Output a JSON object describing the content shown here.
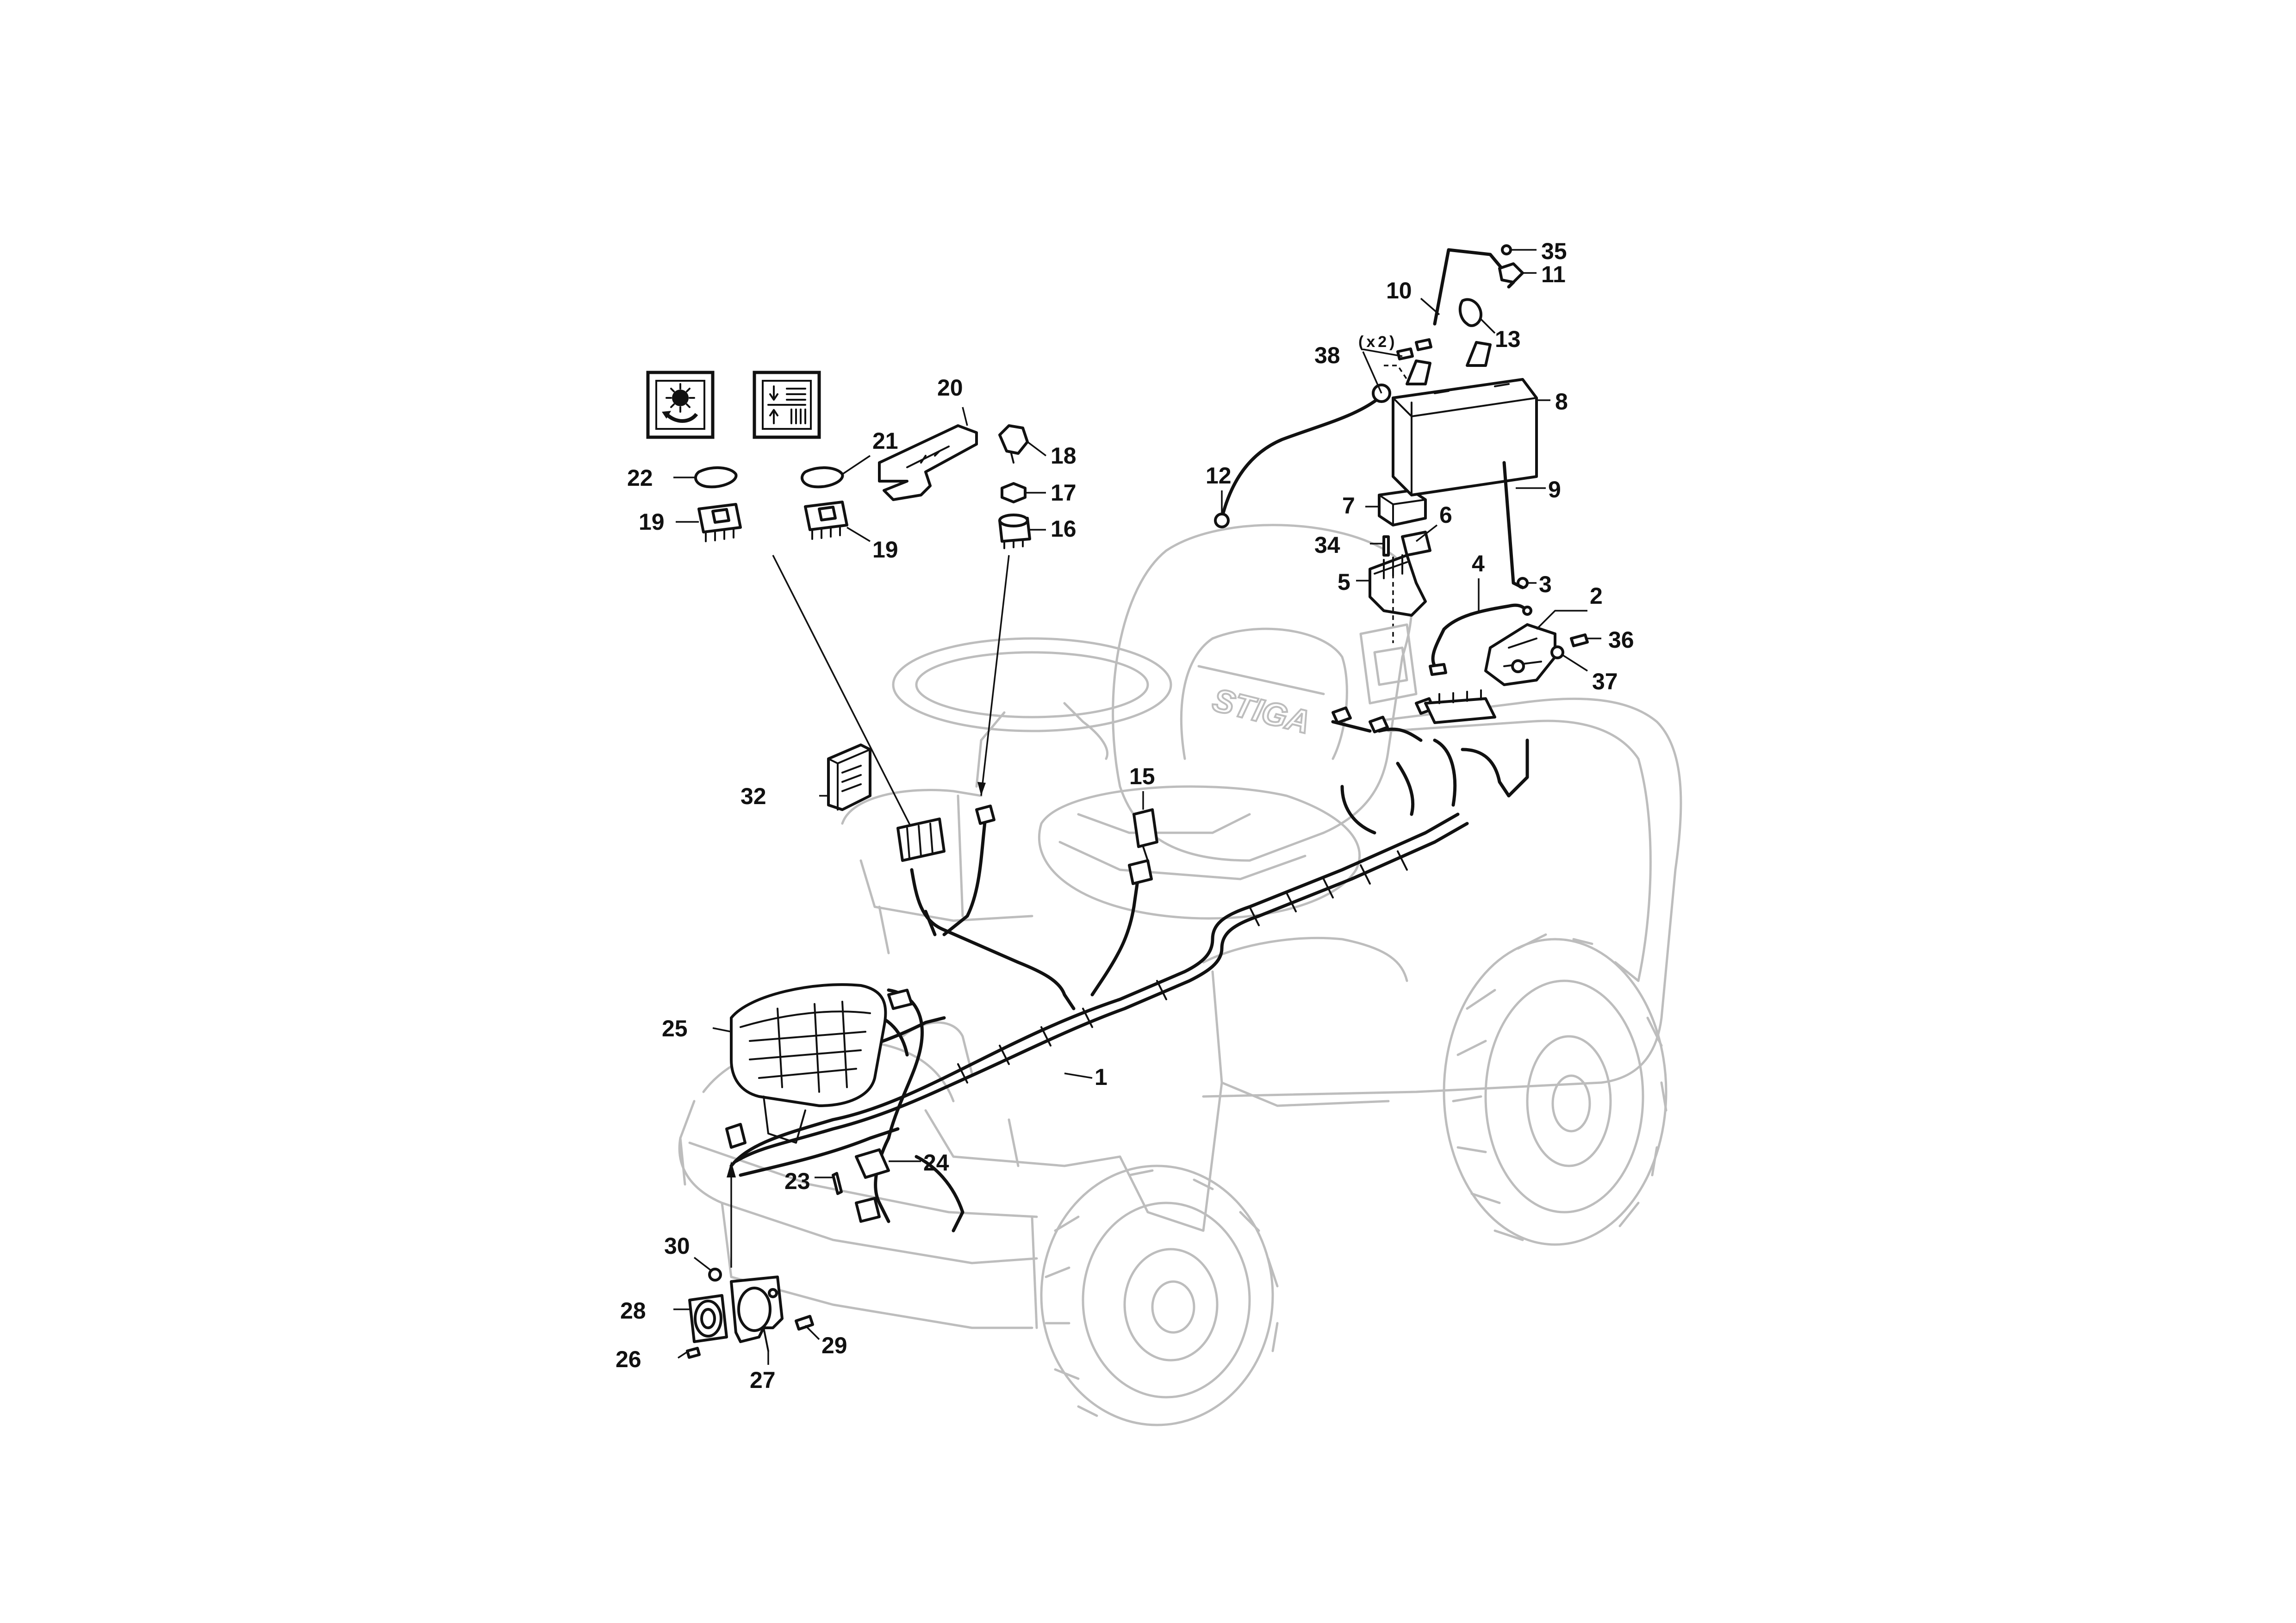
{
  "brand": {
    "seat_logo": "STIGA"
  },
  "multiplier_note": "(x2)",
  "callouts": {
    "c1": "1",
    "c2": "2",
    "c3": "3",
    "c4": "4",
    "c5": "5",
    "c6": "6",
    "c7": "7",
    "c8": "8",
    "c9": "9",
    "c10": "10",
    "c11": "11",
    "c12": "12",
    "c13": "13",
    "c15": "15",
    "c16": "16",
    "c17": "17",
    "c18": "18",
    "c19a": "19",
    "c19b": "19",
    "c20": "20",
    "c21": "21",
    "c22": "22",
    "c23": "23",
    "c24": "24",
    "c25": "25",
    "c26": "26",
    "c27": "27",
    "c28": "28",
    "c29": "29",
    "c30": "30",
    "c32": "32",
    "c34": "34",
    "c35": "35",
    "c36": "36",
    "c37": "37",
    "c38": "38"
  },
  "icons": {
    "switch_icon_1": "pto-rotation-icon",
    "switch_icon_2": "cutting-height-icon"
  }
}
